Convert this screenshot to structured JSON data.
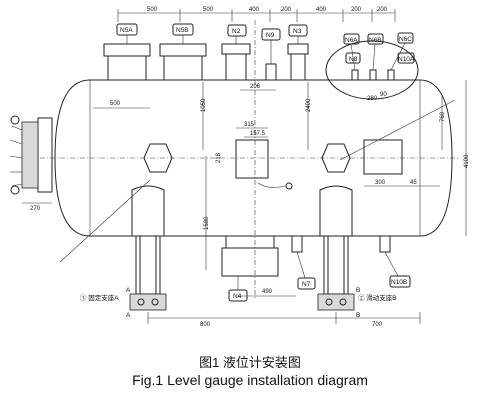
{
  "caption": {
    "cn": "图1  液位计安装图",
    "en": "Fig.1   Level gauge installation diagram"
  },
  "nozzles": {
    "n5a": "N5A",
    "n5b": "N5B",
    "n2": "N2",
    "n9": "N9",
    "n3": "N3",
    "n6a": "N6A",
    "n6b": "N6B",
    "n6c": "N6C",
    "n8": "N8",
    "n10a": "N10A",
    "n4": "N4",
    "n7": "N7",
    "n10b": "N10B"
  },
  "dimensions": {
    "top_500": "500",
    "top_500b": "500",
    "top_400": "400",
    "top_200": "200",
    "top_400b": "400",
    "top_200b": "200",
    "top_200c": "200",
    "d1050": "1050",
    "d500": "500",
    "d2400": "2400",
    "d315": "315",
    "d157": "157.5",
    "d218": "218",
    "d1580": "1580",
    "d490": "490",
    "d800": "800",
    "d700": "700",
    "d760": "760",
    "d4100": "4100",
    "d270": "270",
    "d206": "206",
    "d45": "45",
    "d300": "300",
    "d280": "280",
    "d90": "90"
  },
  "annotations": {
    "a_top": "A",
    "a_bot": "A",
    "b_top": "B",
    "b_bot": "B",
    "fixed_support": "① 固定支座A",
    "sliding_support": "② 滑动支座B"
  }
}
